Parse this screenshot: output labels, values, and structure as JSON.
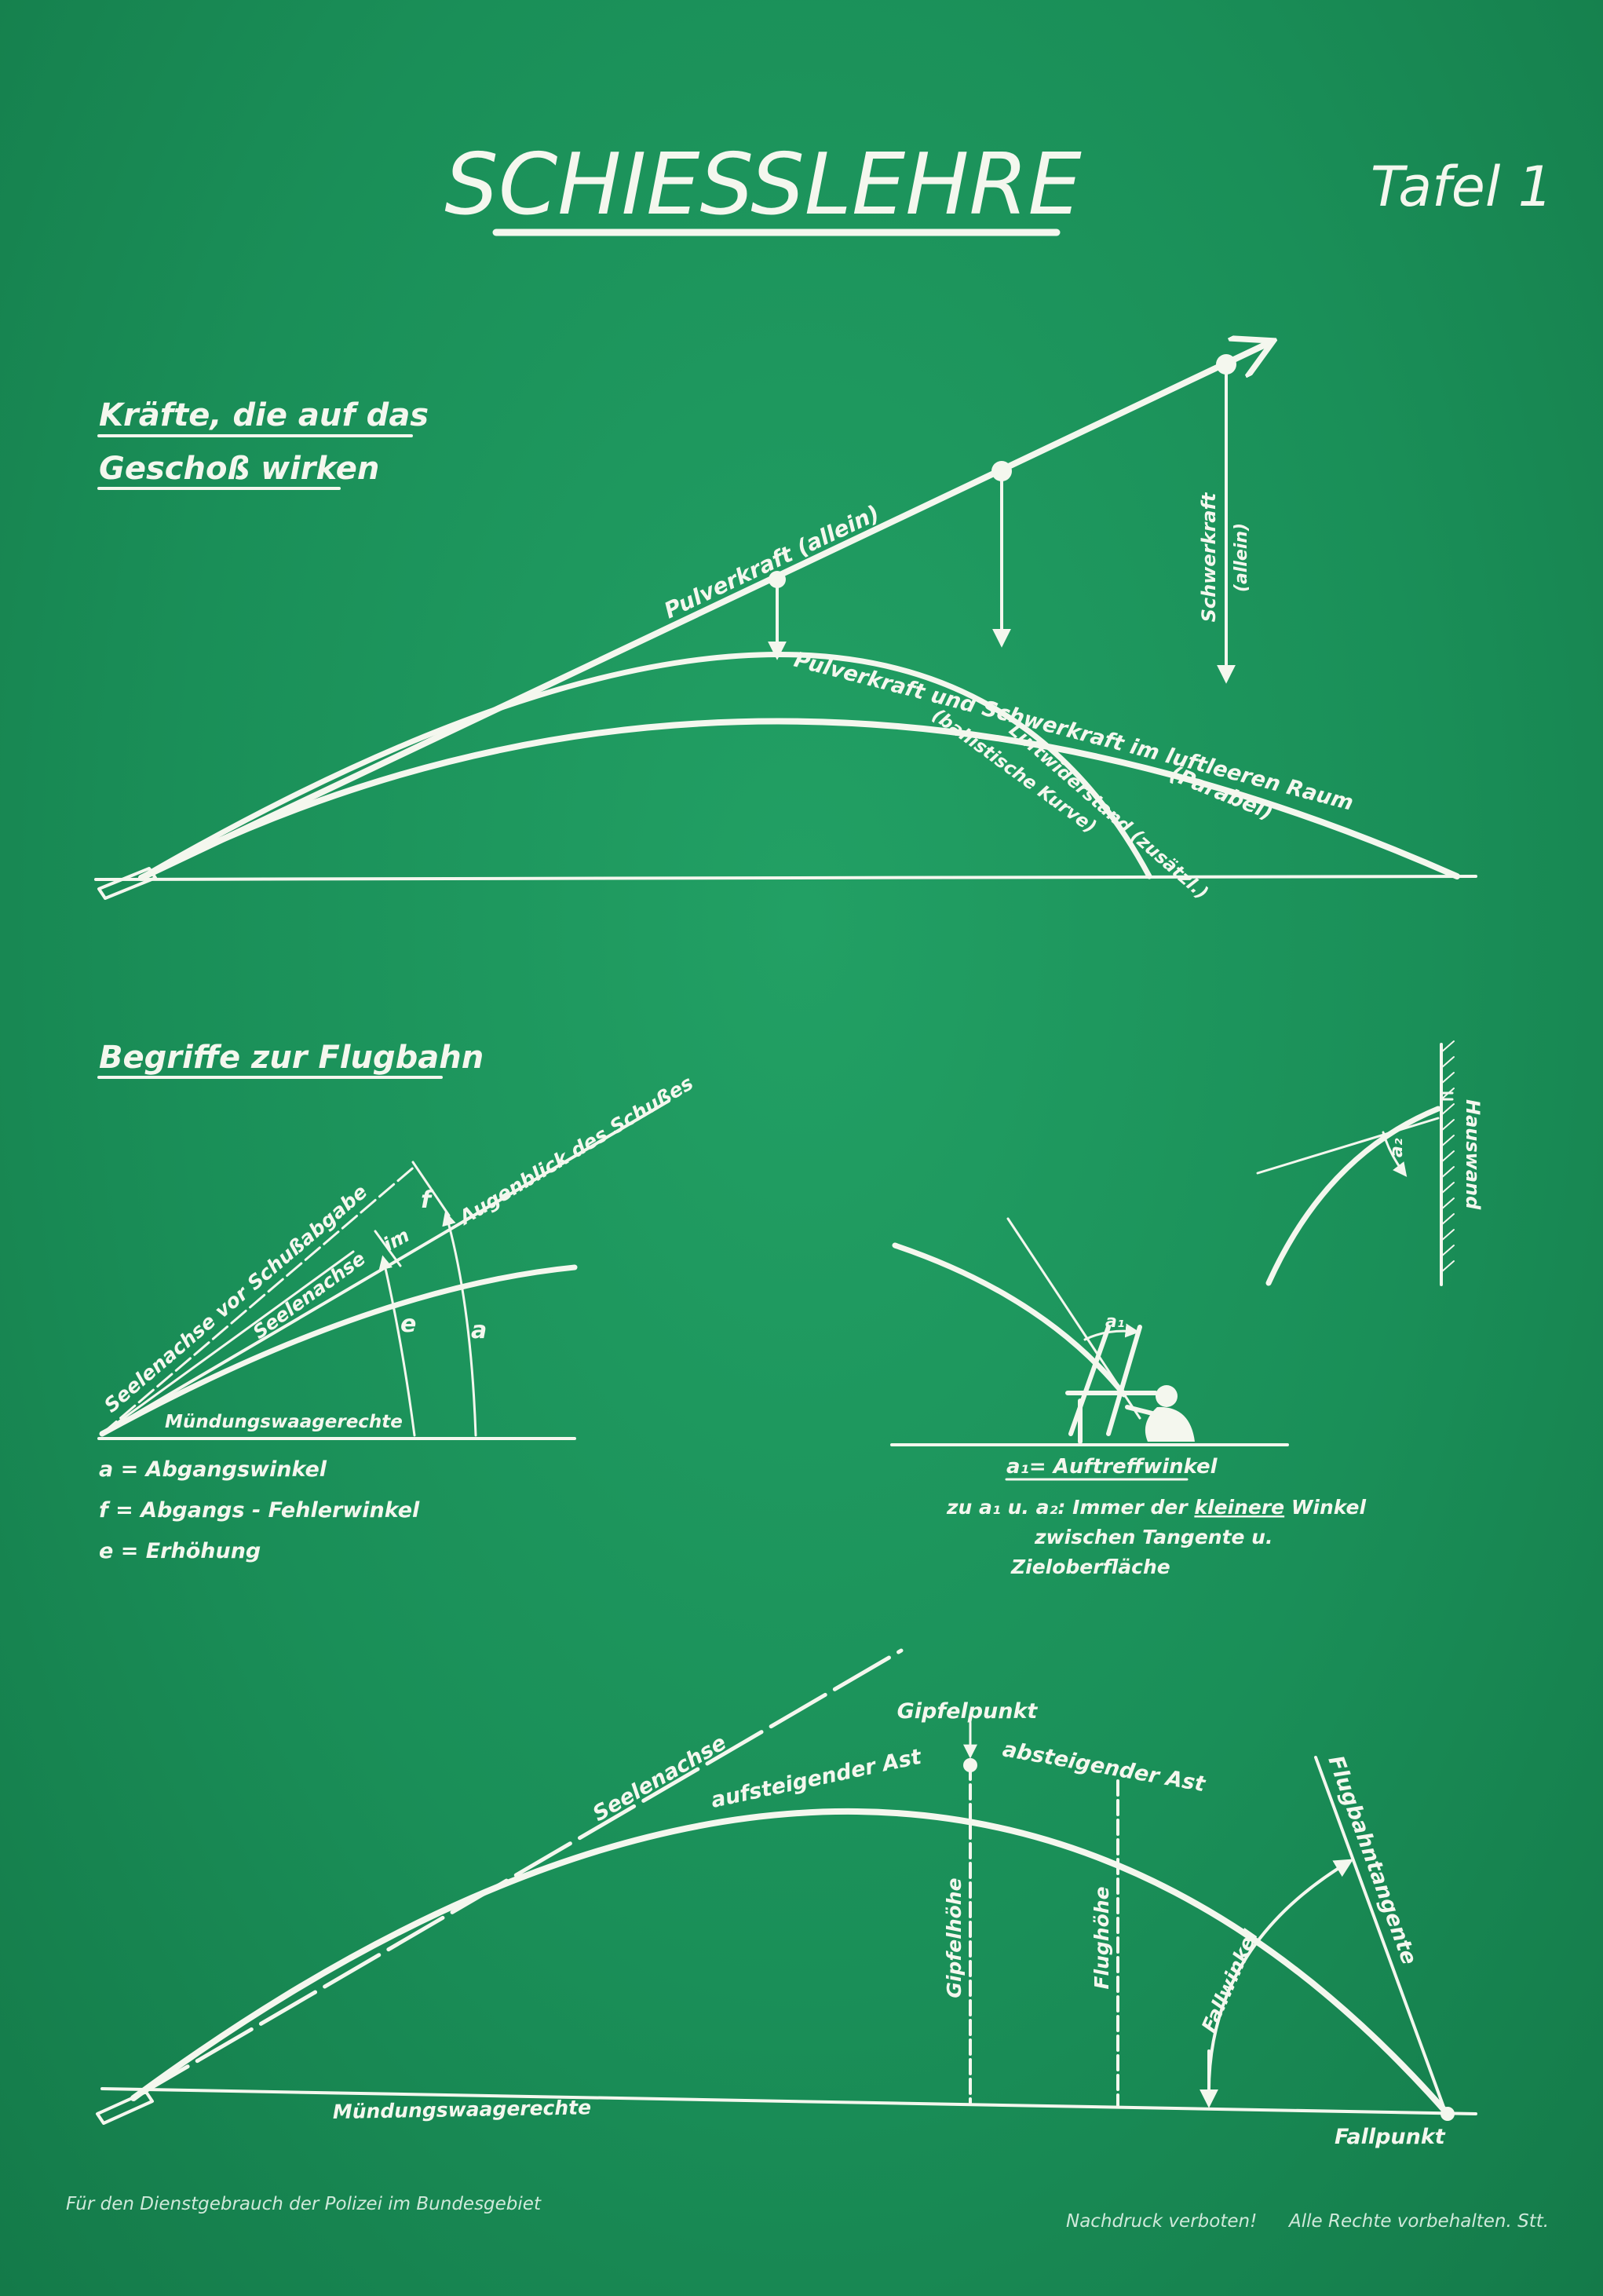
{
  "title": "SCHIESSLEHRE",
  "plate": "Tafel 1",
  "section1": {
    "heading_line1": "Kräfte, die auf das",
    "heading_line2": "Geschoß wirken",
    "label_powder": "Pulverkraft (allein)",
    "label_gravity_1": "Schwerkraft",
    "label_gravity_2": "(allein)",
    "label_vacuum": "Pulverkraft und Schwerkraft im luftleeren Raum",
    "label_parabola": "(Parabel)",
    "label_air_1": "Luftwiderstand (zusätzl.)",
    "label_air_2": "(ballistische Kurve)"
  },
  "section2": {
    "heading": "Begriffe zur Flugbahn",
    "label_axis_before": "Seelenachse vor Schußabgabe",
    "label_axis": "Seelenachse",
    "label_moment": "Augenblick des Schußes",
    "label_im": "im",
    "label_f": "f",
    "label_e": "e",
    "label_a": "a",
    "label_horizontal": "Mündungswaagerechte",
    "legend": [
      "a = Abgangswinkel",
      "f = Abgangs - Fehlerwinkel",
      "e = Erhöhung"
    ],
    "label_a1": "a₁",
    "label_a2": "a₂",
    "label_house": "Hauswand",
    "label_impact": "a₁= Auftreffwinkel",
    "note_prefix": "zu a₁ u. a₂: Immer der ",
    "note_emph": "kleinere",
    "note_suffix": " Winkel",
    "note_line2": "zwischen Tangente u.",
    "note_line3": "Zieloberfläche"
  },
  "section3": {
    "label_axis": "Seelenachse",
    "label_apex": "Gipfelpunkt",
    "label_rising": "aufsteigender Ast",
    "label_falling": "absteigender Ast",
    "label_apex_height": "Gipfelhöhe",
    "label_flight_height": "Flughöhe",
    "label_tangent": "Flugbahntangente",
    "label_fall_angle": "Fallwinkel",
    "label_horizontal": "Mündungswaagerechte",
    "label_fall_point": "Fallpunkt"
  },
  "footer": {
    "left": "Für den Dienstgebrauch der Polizei im Bundesgebiet",
    "right1": "Nachdruck verboten!",
    "right2": "Alle Rechte vorbehalten. Stt."
  },
  "colors": {
    "board": "#1a8f58",
    "chalk": "#f4f7ee"
  }
}
